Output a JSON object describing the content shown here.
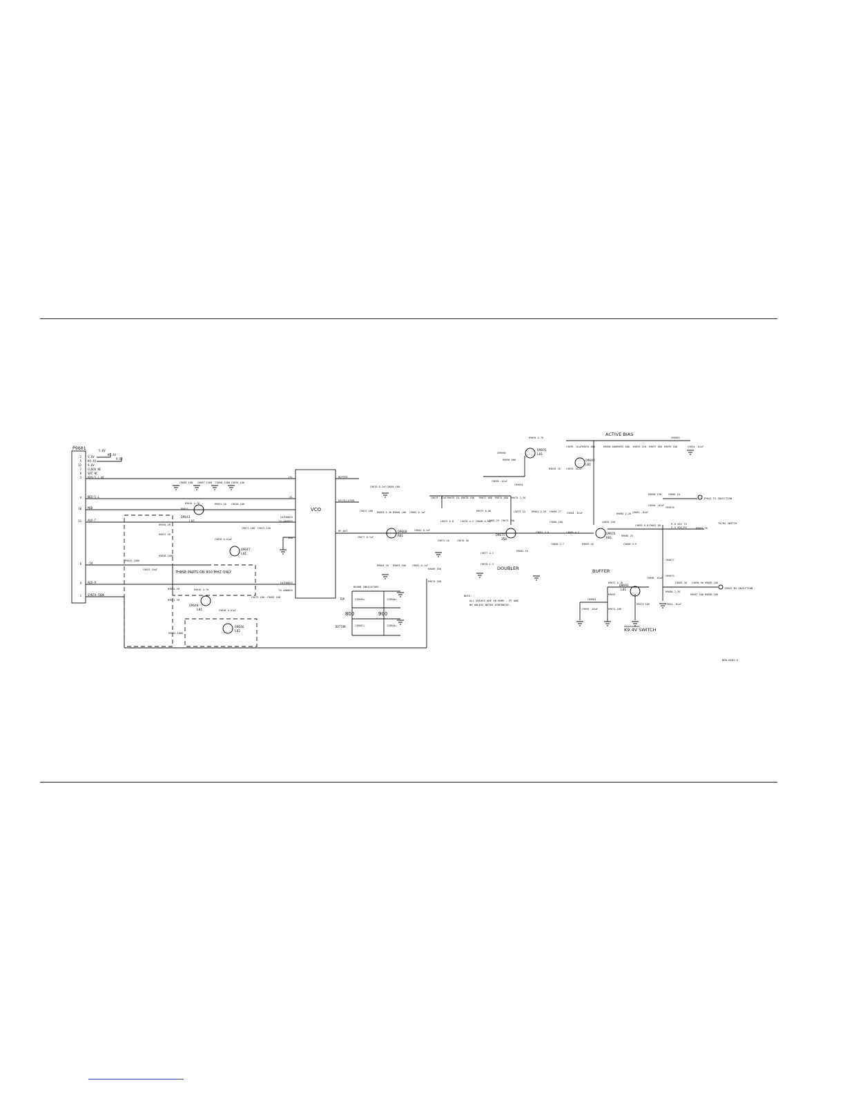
{
  "connector": {
    "name": "P9601",
    "pins": [
      {
        "num": "2",
        "label": "5.6V"
      },
      {
        "num": "5",
        "label": "K9.4V"
      },
      {
        "num": "12",
        "label": "9.6V"
      },
      {
        "num": "7",
        "label": "CLOCK NC"
      },
      {
        "num": "8",
        "label": "SRC NC"
      },
      {
        "num": "3",
        "label": "POS-5.L NC"
      },
      {
        "num": "4",
        "label": "NEG-5.L"
      },
      {
        "num": "10",
        "label": "MOD"
      },
      {
        "num": "11",
        "label": "AUX-T"
      },
      {
        "num": "6",
        "label": "-5V"
      },
      {
        "num": "9",
        "label": "AUX-R"
      },
      {
        "num": "1",
        "label": "SYNTH-FDBK"
      }
    ],
    "supplies": [
      "5.6V",
      "K9.4V",
      "9.6V"
    ]
  },
  "vco": {
    "title": "VCO",
    "left_pins": [
      "+5L",
      "-5L",
      "CATHODES",
      "TX-ANODES",
      "GND",
      "CATHODES",
      "TX-ANODES"
    ],
    "right_pins": [
      "BUFFER",
      "OSCILLATOR",
      "RF-OUT"
    ]
  },
  "labels": {
    "active_bias": "ACTIVE BIAS",
    "doubler": "DOUBLER",
    "buffer": "BUFFER",
    "switch": "K9.4V SWITCH",
    "note_800": "THESE PARTS ON 800 MHZ ONLY",
    "board_indicators": "BOARD INDICATORS",
    "top": "TOP",
    "bottom": "BOTTOM",
    "band_800": "800",
    "band_900": "900",
    "note_title": "NOTE:",
    "note_line1": "ALL VALUES ARE IN OHMS , PF AND",
    "note_line2": "NH UNLESS NOTED OTHERWISE.",
    "tx_injection": "J9641 TX-INJECTION",
    "rx_injection": "J9642 RX-INJECTION",
    "txrx_switch": "TX/RX SWITCH",
    "vdc_tx": "9.0 VDC TX",
    "vdc_rx": "2.5 VDC RX",
    "drawing_id": "BEW-6403-A"
  },
  "transistors": [
    {
      "ref": "Q9643",
      "type": "L01"
    },
    {
      "ref": "Q9647",
      "type": "L01"
    },
    {
      "ref": "Q9644",
      "type": "L01"
    },
    {
      "ref": "Q9646",
      "type": "L02"
    },
    {
      "ref": "Q9660",
      "type": "R01"
    },
    {
      "ref": "Q9675",
      "type": "350"
    },
    {
      "ref": "Q9691",
      "type": "L01"
    },
    {
      "ref": "Q9692",
      "type": "L01"
    },
    {
      "ref": "Q9676",
      "type": "R01"
    },
    {
      "ref": "Q9693",
      "type": "L01"
    }
  ],
  "components": {
    "c9668": "C9668 100",
    "c9667": "C9667 1500",
    "c9666": "C9666 1500",
    "c9635": "C9635 100",
    "c9636": "C9636 100",
    "r9651": "R9651 1K",
    "r9653": "R9653",
    "r9656": "R9656 1M",
    "r9657": "R9657 1M",
    "r9658": "R9658 100K",
    "r9644": "R9644 4.7K",
    "c9639": "C9639 0.01uF",
    "c9671": "C9671 100",
    "c9672": "C9672 150",
    "r9643": "R9643 100K",
    "c9697": "C9697 10uF",
    "r9662": "R9662 1M",
    "r9621": "R9621 1M",
    "r9649": "R9649 4.7K",
    "c9638": "C9638 0.01uF",
    "c9673": "C9673 100",
    "c9665": "C9665 100",
    "r9622": "R9622 100K",
    "c9670": "C9670 0.1uF",
    "c9640": "C9640 100",
    "c9637": "C9637 100",
    "c9677": "C9677 0.1uF",
    "r9683": "R9683 2.2K",
    "r9666": "R9666 100",
    "c9663": "C9663 0.1uF",
    "c9662": "C9662 0.1uF",
    "r9664": "R9664 1K",
    "r9663": "R9663 100",
    "c9661": "C9661 0.1uF",
    "r9669": "R9669 150",
    "r9674": "R9674 100",
    "l9675": "L9675 6.8",
    "c9675": "C9675 1K",
    "c9676": "C9676 50",
    "l9676": "L9676 4.2",
    "l9677": "L9677 4.2",
    "c9678": "C9678 1.5",
    "r9694": "R9694 4.7K",
    "r9696": "R9696 680",
    "cr9690": "CR9690",
    "r9695": "R9695 1K",
    "c9693": "C9693 .01uF",
    "c9695": "C9695 .01uF",
    "r9691": "R9691 680",
    "r9690": "R9690 680",
    "r9692": "R9692 680",
    "r9693": "R9693 220",
    "r9697": "R9697 680",
    "r9699": "R9699 100",
    "cr9693": "CR9693",
    "c9694": "C9694 .01uF",
    "c9699": "C9699 .01uF",
    "cr9694": "CR9694",
    "c9679": "C9679 .01uF",
    "r9676": "R9676 1K",
    "r9678": "R9678 10K",
    "r9677": "R9677 680",
    "r9674b": "R9674 680",
    "r9675": "R9675 2.2K",
    "l9679": "L9679 53",
    "r9681": "R9681 2.2K",
    "c9696": "C9696 27",
    "c9680": "C9680 100",
    "c9684": "C9684 .01uF",
    "r9679": "R9679 6.8K",
    "l9685": "L9685 25",
    "c9673b": "C9673 100",
    "c9686": "C9686 0.1uF",
    "c9681": "C9681 3.9",
    "c9685": "C9685 2.7",
    "l9660": "L9660 4.2",
    "r9682": "R9682 1K",
    "r9683b": "R9683 1K",
    "l9691": "L9691 150",
    "r9684": "R9684 2.2K",
    "c9683": "C9683 .01uF",
    "r9680": "R9680 150",
    "c9668b": "C9668 10",
    "c9660": "C9660 .01uF",
    "l9683": "L9683 6.8",
    "c9667b": "C9667 50",
    "r9685": "R9685 25",
    "c9606": "C9606 3.9",
    "cr9676": "CR9676",
    "r9665": "R9665 1K",
    "cr9677": "CR9677",
    "cr9679": "CR9679",
    "c9689": "C9689 30",
    "l9698": "L9698 90",
    "r9687": "R9687 100",
    "r9688": "R9688 100",
    "r9686": "R9686 2.2K",
    "c9691": "C9691 .01uF",
    "r9672": "R9672 4.7K",
    "r9692b": "R9692",
    "c9698": "C9698 .01uF",
    "r9673": "R9673 10K",
    "cr9681": "CR9681",
    "c9692": "C9692 .01uF",
    "r9671": "R9671 10K",
    "r9689": "R9689 100"
  },
  "indicators": [
    "J19645+",
    "J19646+",
    "J19647+",
    "J19648+"
  ]
}
